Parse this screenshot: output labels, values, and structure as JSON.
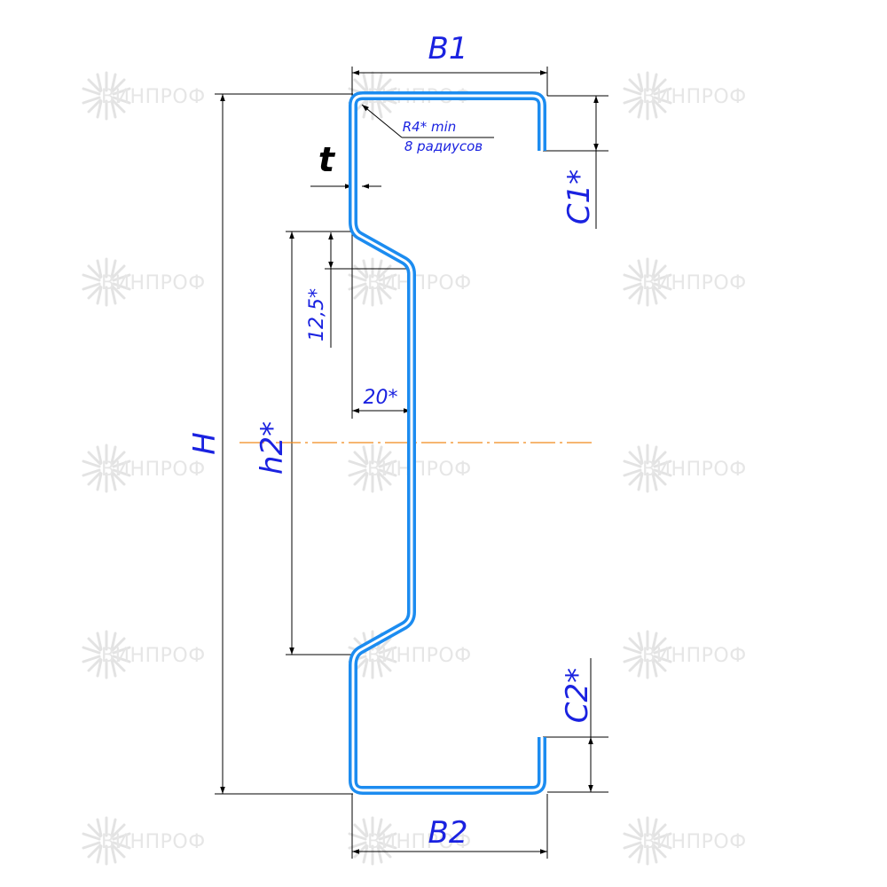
{
  "brand": {
    "watermark": "ВИНПРОФ"
  },
  "colors": {
    "profile": "#1c8cf0",
    "labels": "#1a22e0",
    "axis": "#f08a1c",
    "dimensions": "#000000",
    "watermark": "#e6e6e6"
  },
  "labels": {
    "B1": "B1",
    "B2": "B2",
    "H": "H",
    "h2": "h2*",
    "t": "t",
    "C1": "C1*",
    "C2": "C2*",
    "dim_12_5": "12,5*",
    "dim_20": "20*",
    "radius": "R4* min",
    "radius_count": "8 радиусов"
  }
}
